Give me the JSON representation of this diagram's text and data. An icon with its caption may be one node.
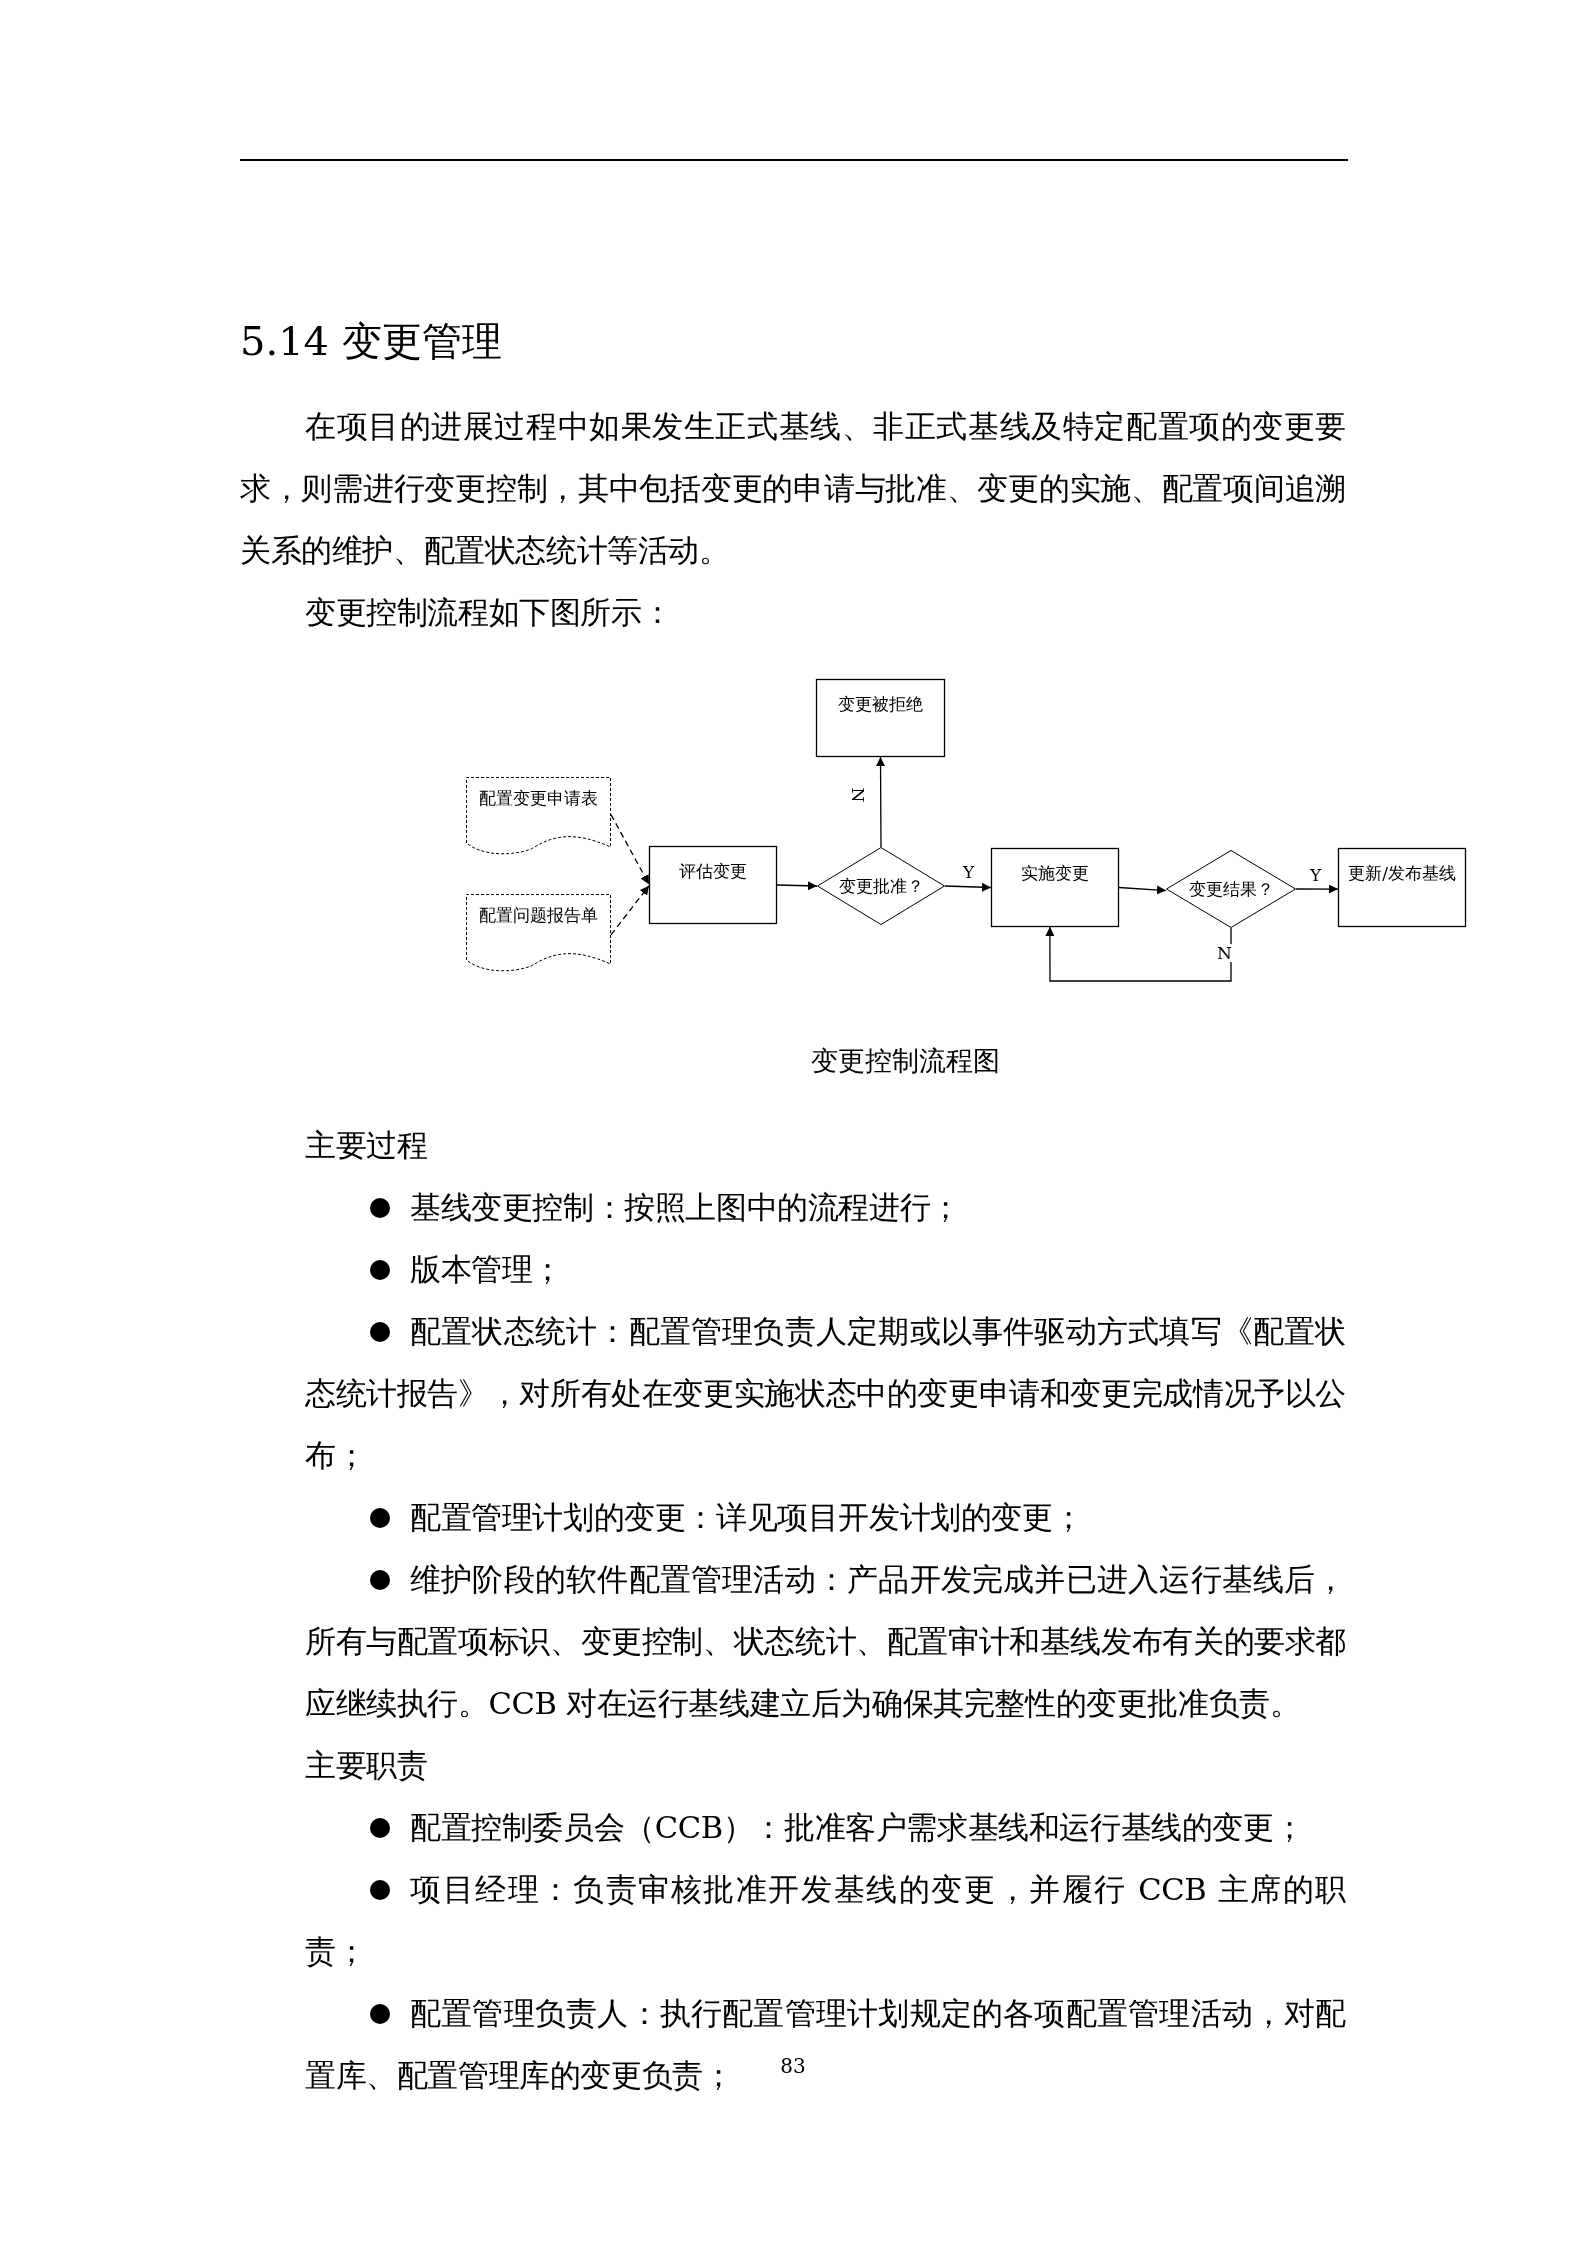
{
  "diagram": {
    "title": "5.14 变更管理",
    "caption": "变更控制流程图",
    "nodes": [
      {
        "text": [
          "变更被拒绝"
        ]
      },
      {
        "text": [
          "配置变更申请表"
        ]
      },
      {
        "text": [
          "配置问题报告单"
        ]
      },
      {
        "text": [
          "评估变更"
        ]
      },
      {
        "text": [
          "变更批准？"
        ]
      },
      {
        "text": [
          "实施变更"
        ]
      },
      {
        "text": [
          "变更结果？"
        ]
      },
      {
        "text": [
          "更新/发布基线"
        ]
      }
    ],
    "edges": [
      {
        "from": 1,
        "to": 3,
        "arrow": "to",
        "style": "dashed"
      },
      {
        "from": 2,
        "to": 3,
        "arrow": "to",
        "style": "dashed"
      },
      {
        "from": 3,
        "to": 4,
        "arrow": "to"
      },
      {
        "from": 4,
        "to": 0,
        "arrow": "to",
        "label": "N"
      },
      {
        "from": 4,
        "to": 5,
        "arrow": "to",
        "label": "Y"
      },
      {
        "from": 5,
        "to": 6,
        "arrow": "to"
      },
      {
        "from": 6,
        "to": 7,
        "arrow": "to",
        "label": "Y"
      },
      {
        "from": 6,
        "to": 5,
        "arrow": "to",
        "label": "N"
      }
    ],
    "labels": [
      "在项目的进展过程中如果发生正式基线、非正式基线及特定配置项的变更要求，则需进行变更控制，其中包括变更的申请与批准、变更的实施、配置项间追溯关系的维护、配置状态统计等活动。",
      "变更控制流程如下图所示：",
      "主要过程",
      "基线变更控制：按照上图中的流程进行；",
      "版本管理；",
      "配置状态统计：配置管理负责人定期或以事件驱动方式填写《配置状态统计报告》，对所有处在变更实施状态中的变更申请和变更完成情况予以公布；",
      "配置管理计划的变更：详见项目开发计划的变更；",
      "维护阶段的软件配置管理活动：产品开发完成并已进入运行基线后，所有与配置项标识、变更控制、状态统计、配置审计和基线发布有关的要求都应继续执行。CCB 对在运行基线建立后为确保其完整性的变更批准负责。",
      "主要职责",
      "配置控制委员会（CCB）：批准客户需求基线和运行基线的变更；",
      "项目经理：负责审核批准开发基线的变更，并履行 CCB 主席的职责；",
      "配置管理负责人：执行配置管理计划规定的各项配置管理活动，对配置库、配置管理库的变更负责；",
      "83"
    ]
  }
}
